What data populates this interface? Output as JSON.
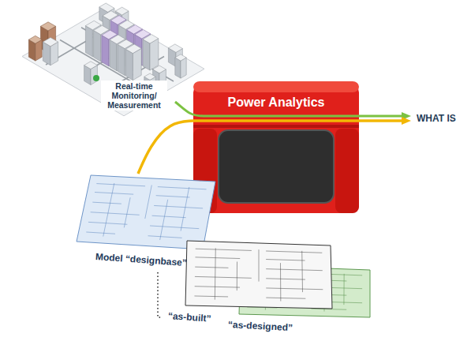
{
  "diagram": {
    "nodes": [
      {
        "text": [
          "Power Analytics"
        ]
      },
      {
        "text": [
          "Model “designbase”"
        ]
      },
      {
        "text": [
          "“as-built”"
        ]
      },
      {
        "text": [
          "“as-designed”"
        ]
      }
    ],
    "edges": [
      {
        "from": 1,
        "to": 0,
        "arrow": "none"
      },
      {
        "from": 1,
        "to": 2,
        "arrow": "none"
      }
    ],
    "labels": [
      "Real-time Monitoring/ Measurement",
      "WHAT IS"
    ]
  }
}
